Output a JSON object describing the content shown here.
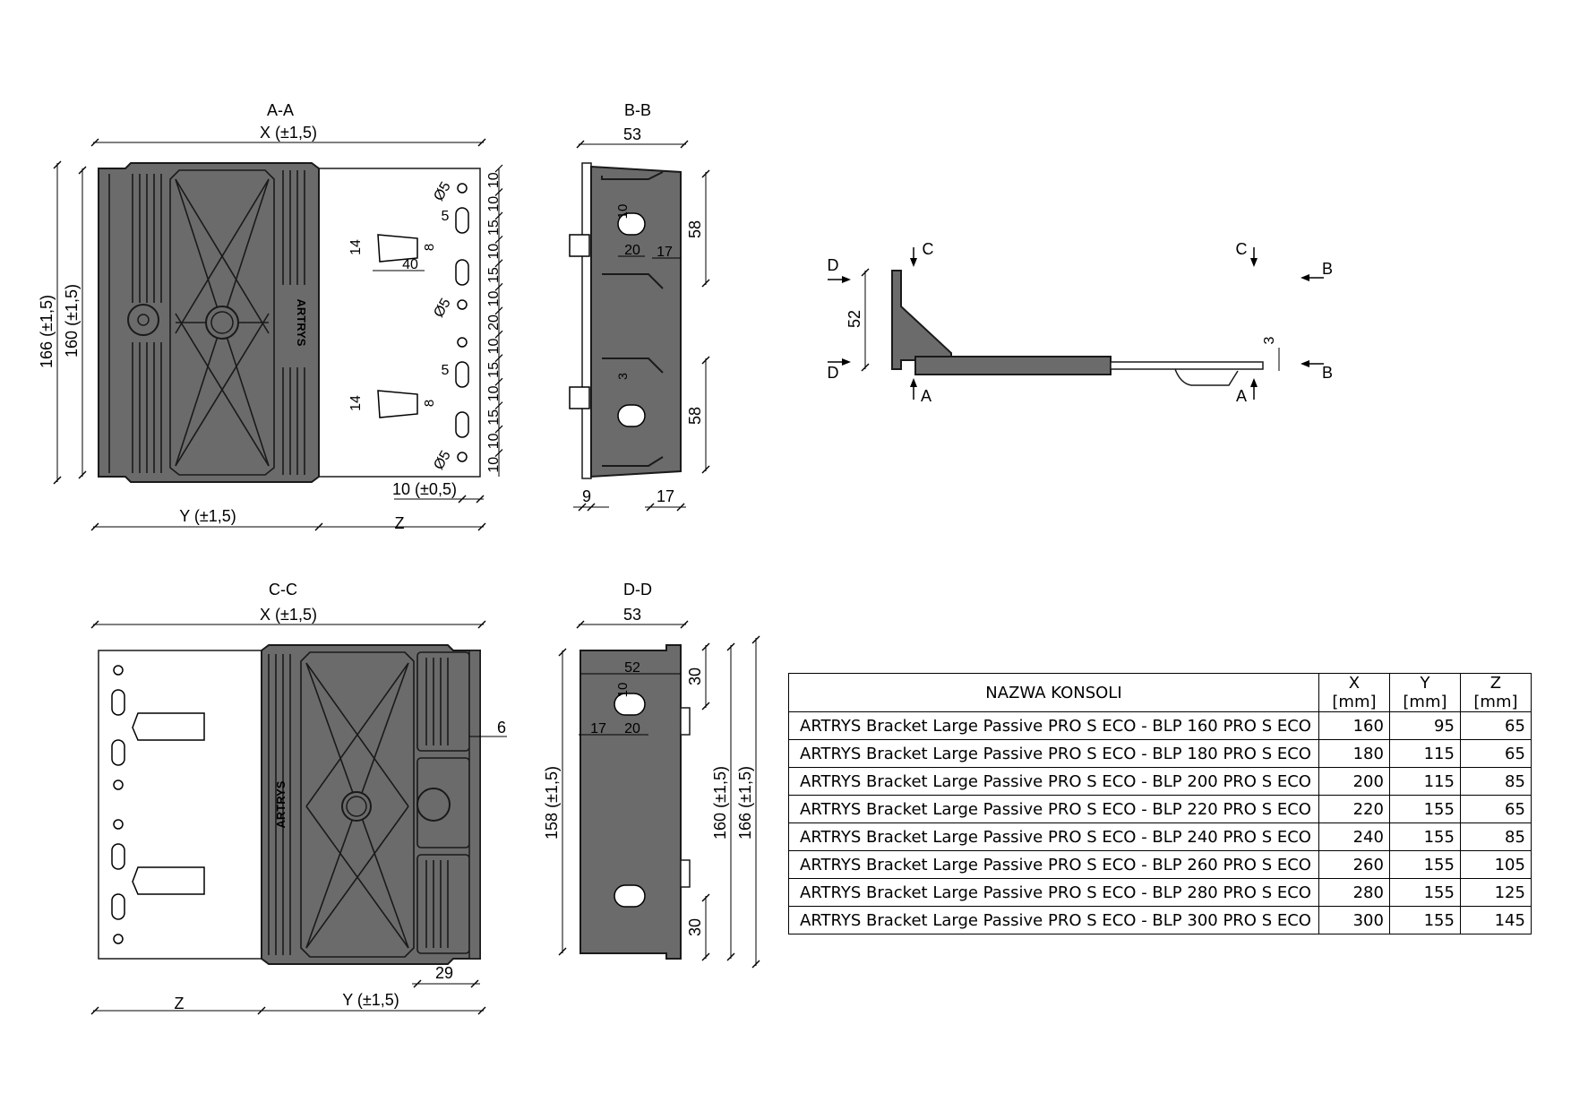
{
  "sections": {
    "aa": "A-A",
    "bb": "B-B",
    "cc": "C-C",
    "dd": "D-D"
  },
  "dims_aa": {
    "x": "X (±1,5)",
    "y": "Y (±1,5)",
    "z": "Z",
    "h166": "166 (±1,5)",
    "h160": "160 (±1,5)",
    "tol10": "10 (±0,5)",
    "d5a": "Ø5",
    "d5b": "Ø5",
    "d5c": "Ø5",
    "w5a": "5",
    "w5b": "5",
    "s14a": "14",
    "s14b": "14",
    "s8a": "8",
    "s8b": "8",
    "s40": "40",
    "chain": [
      "10",
      "10",
      "15",
      "10",
      "15",
      "10",
      "20",
      "10",
      "15",
      "10",
      "15",
      "10",
      "10"
    ]
  },
  "dims_bb": {
    "w53": "53",
    "h58a": "58",
    "h58b": "58",
    "s10": "10",
    "s20": "20",
    "s17": "17",
    "s3": "3",
    "b9": "9",
    "b17": "17"
  },
  "dims_side": {
    "h52": "52",
    "t3": "3",
    "c_left": "C",
    "c_right": "C",
    "d_top": "D",
    "d_bot": "D",
    "b_top": "B",
    "b_bot": "B",
    "a_left": "A",
    "a_right": "A"
  },
  "dims_cc": {
    "x": "X (±1,5)",
    "z": "Z",
    "y": "Y (±1,5)",
    "s6": "6",
    "s29": "29"
  },
  "dims_dd": {
    "w53": "53",
    "w52": "52",
    "s10": "10",
    "s17": "17",
    "s20": "20",
    "t30": "30",
    "b30": "30",
    "h158": "158 (±1,5)",
    "h160": "160 (±1,5)",
    "h166": "166 (±1,5)"
  },
  "logo": "ARTRYS",
  "table": {
    "headers": [
      "NAZWA KONSOLI",
      "X [mm]",
      "Y [mm]",
      "Z [mm]"
    ],
    "rows": [
      [
        "ARTRYS Bracket Large Passive PRO S ECO - BLP 160 PRO S ECO",
        "160",
        "95",
        "65"
      ],
      [
        "ARTRYS Bracket Large Passive PRO S ECO - BLP 180 PRO S ECO",
        "180",
        "115",
        "65"
      ],
      [
        "ARTRYS Bracket Large Passive PRO S ECO - BLP 200 PRO S ECO",
        "200",
        "115",
        "85"
      ],
      [
        "ARTRYS Bracket Large Passive PRO S ECO - BLP 220 PRO S ECO",
        "220",
        "155",
        "65"
      ],
      [
        "ARTRYS Bracket Large Passive PRO S ECO - BLP 240 PRO S ECO",
        "240",
        "155",
        "85"
      ],
      [
        "ARTRYS Bracket Large Passive PRO S ECO - BLP 260 PRO S ECO",
        "260",
        "155",
        "105"
      ],
      [
        "ARTRYS Bracket Large Passive PRO S ECO - BLP 280 PRO S ECO",
        "280",
        "155",
        "125"
      ],
      [
        "ARTRYS Bracket Large Passive PRO S ECO - BLP 300 PRO S ECO",
        "300",
        "155",
        "145"
      ]
    ]
  }
}
